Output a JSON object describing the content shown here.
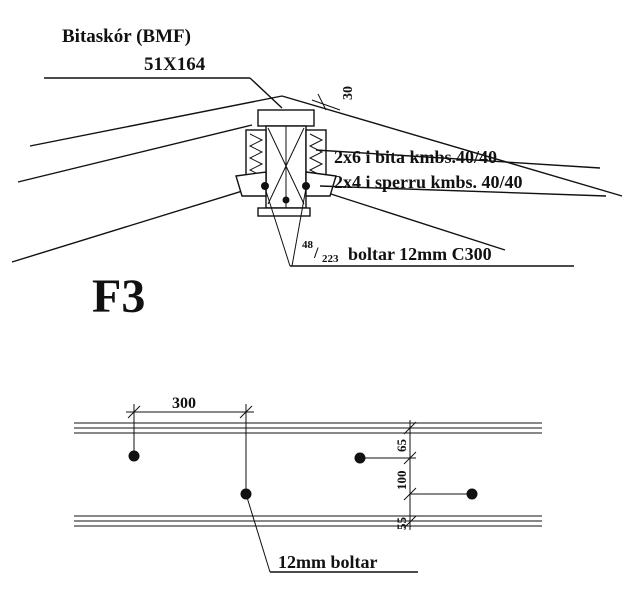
{
  "top_detail": {
    "title": "Bitaskór (BMF)",
    "section": "51X164",
    "dim_30": "30",
    "note_bita": "2x6 i bita kmbs.40/40",
    "note_sperru": "2x4 i sperru kmbs. 40/40",
    "bolt_fraction_num": "48",
    "bolt_fraction_den": "223",
    "bolt_note": "boltar 12mm C300",
    "detail_id": "F3"
  },
  "plan_detail": {
    "dim_300": "300",
    "dim_65": "65",
    "dim_100": "100",
    "dim_55": "55",
    "bolt_label": "12mm boltar"
  },
  "colors": {
    "ink": "#111111",
    "paper": "#ffffff"
  }
}
